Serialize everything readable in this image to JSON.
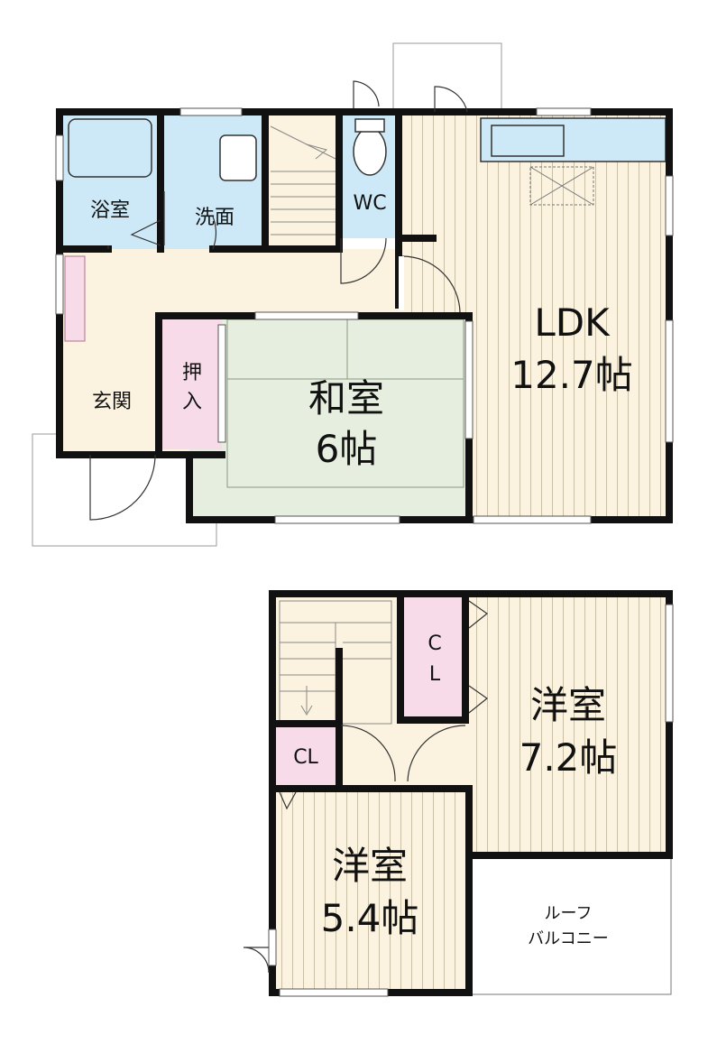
{
  "floor1": {
    "bath": "浴室",
    "washroom": "洗面",
    "wc": "WC",
    "entrance": "玄関",
    "oshiire_line1": "押",
    "oshiire_line2": "入",
    "washitsu_name": "和室",
    "washitsu_size": "6帖",
    "ldk_name": "LDK",
    "ldk_size": "12.7帖"
  },
  "floor2": {
    "closet1_line1": "C",
    "closet1_line2": "L",
    "closet2": "CL",
    "room1_name": "洋室",
    "room1_size": "7.2帖",
    "room2_name": "洋室",
    "room2_size": "5.4帖",
    "balcony_line1": "ルーフ",
    "balcony_line2": "バルコニー"
  },
  "colors": {
    "wall": "#111111",
    "wood_floor": "#fbf3df",
    "wood_lines": "#c9bfa5",
    "tatami": "#e6eedf",
    "wet_area": "#cde9f7",
    "closet": "#f7dbe9",
    "balcony": "#ffffff"
  }
}
